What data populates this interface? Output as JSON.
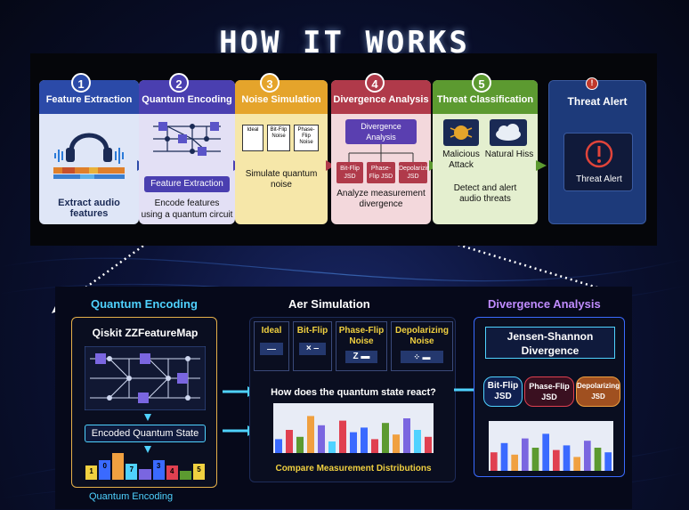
{
  "title": "HOW IT WORKS",
  "steps": [
    {
      "num": "1",
      "label": "Feature Extraction",
      "caption": "Extract audio features"
    },
    {
      "num": "2",
      "label": "Quantum Encoding",
      "inner_label": "Feature Extraction",
      "caption_1": "Encode features",
      "caption_2": "using a quantum circuit"
    },
    {
      "num": "3",
      "label": "Noise Simulation",
      "boxes": [
        "Ideal",
        "Bit-Flip Noise",
        "Phase-Flip Noise"
      ],
      "caption": "Simulate quantum noise"
    },
    {
      "num": "4",
      "label": "Divergence Analysis",
      "inner_label": "Divergence Analysis",
      "boxes": [
        "Bit-Flip JSD",
        "Phase-Flip JSD",
        "Depolarizing JSD"
      ],
      "caption": "Analyze measurement divergence"
    },
    {
      "num": "5",
      "label": "Threat Classification",
      "classes": [
        "Malicious Attack",
        "Natural Hiss"
      ],
      "caption": "Detect and alert audio threats"
    },
    {
      "num": "!",
      "label": "Threat Alert",
      "inner_label": "Threat Alert"
    }
  ],
  "bottom": {
    "encoding": {
      "title": "Quantum Encoding",
      "map_label": "Qiskit ZZFeatureMap",
      "state_label": "Encoded Quantum State",
      "footer": "Quantum Encoding",
      "qubits": [
        "1",
        "0",
        "",
        "7",
        "",
        "3",
        "4",
        "",
        "5"
      ]
    },
    "simulation": {
      "title": "Aer Simulation",
      "cols": [
        "Ideal",
        "Bit-Flip",
        "Phase-Flip Noise",
        "Depolarizing Noise"
      ],
      "question": "How does the quantum state react?",
      "footer": "Compare Measurement Distributions",
      "bars": [
        0.3,
        0.5,
        0.35,
        0.8,
        0.6,
        0.25,
        0.7,
        0.45,
        0.55,
        0.3,
        0.65,
        0.4,
        0.75,
        0.5,
        0.35
      ]
    },
    "divergence": {
      "title": "Divergence Analysis",
      "js_label": "Jensen-Shannon Divergence",
      "pills": [
        "Bit-Flip JSD",
        "Phase-Flip JSD",
        "Depolarizing JSD"
      ],
      "bars": [
        0.4,
        0.6,
        0.35,
        0.7,
        0.5,
        0.8,
        0.45,
        0.55,
        0.3,
        0.65,
        0.5,
        0.4
      ]
    }
  },
  "colors": {
    "s1": "#2b4aa8",
    "s2": "#4a3fb0",
    "s3": "#e5a42b",
    "s4": "#b03a4a",
    "s5": "#5c9a30",
    "s6": "#1d3a7a",
    "accent": "#4fd2ff"
  }
}
